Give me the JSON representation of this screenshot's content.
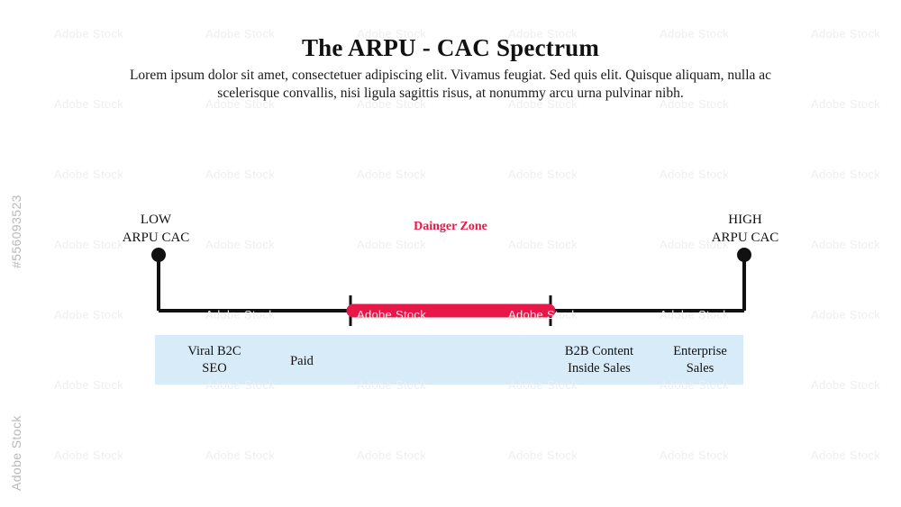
{
  "header": {
    "title": "The ARPU - CAC Spectrum",
    "subtitle": "Lorem ipsum dolor sit amet, consectetuer adipiscing elit. Vivamus feugiat. Sed quis elit. Quisque aliquam, nulla ac scelerisque convallis, nisi ligula sagittis risus, at nonummy arcu urna pulvinar nibh."
  },
  "diagram": {
    "left_label_line1": "LOW",
    "left_label_line2": "ARPU CAC",
    "right_label_line1": "HIGH",
    "right_label_line2": "ARPU CAC",
    "danger_label": "Dainger Zone",
    "danger_color": "#e8174a",
    "axis_color": "#111111",
    "band_color": "#d7ebf8",
    "segments": [
      {
        "line1": "Viral B2C",
        "line2": "SEO"
      },
      {
        "line1": "Paid",
        "line2": ""
      },
      {
        "line1": "B2B Content",
        "line2": "Inside Sales"
      },
      {
        "line1": "Enterprise",
        "line2": "Sales"
      }
    ]
  },
  "watermark": {
    "id": "#556093523",
    "brand": "Adobe Stock",
    "tile": "Adobe Stock"
  }
}
